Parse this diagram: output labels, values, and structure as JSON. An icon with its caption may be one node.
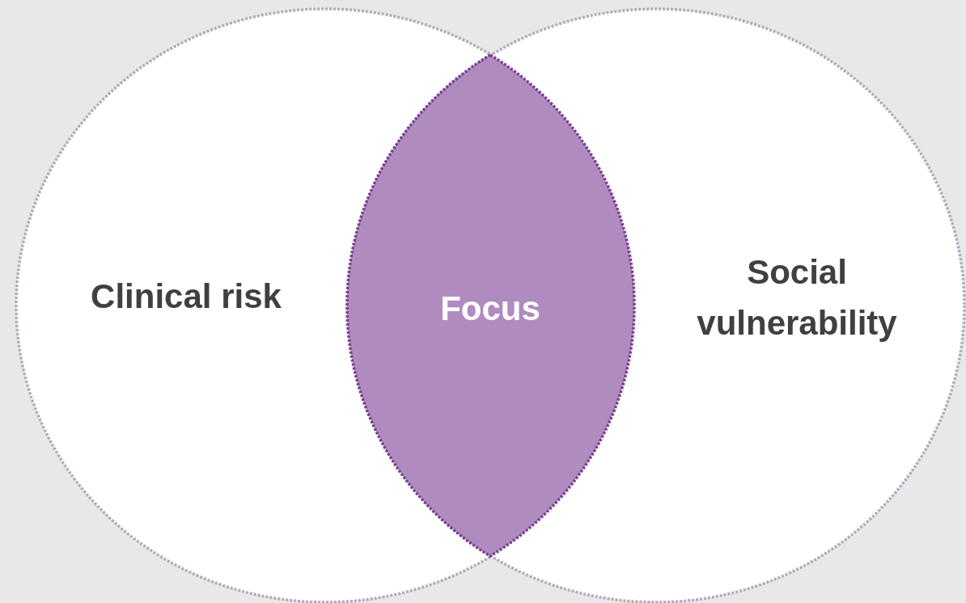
{
  "diagram": {
    "nodes": [
      {
        "text": [
          "Clinical risk"
        ]
      },
      {
        "text": [
          "Social vulnerability"
        ]
      },
      {
        "text": [
          "Focus"
        ]
      }
    ]
  }
}
